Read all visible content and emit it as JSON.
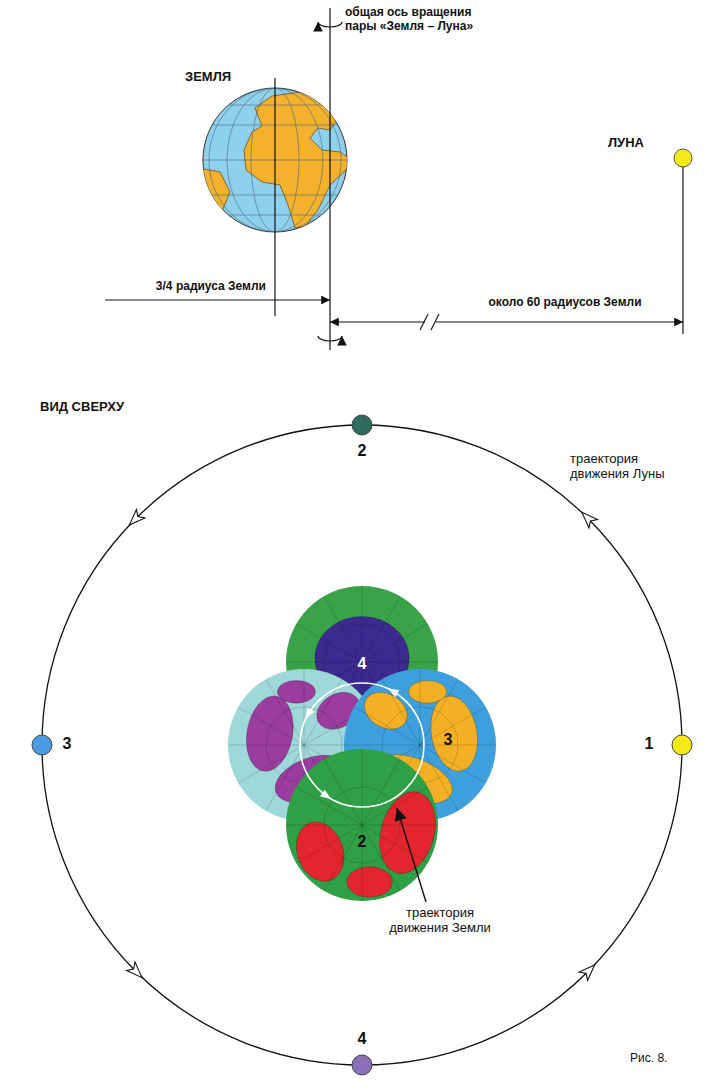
{
  "diagram": {
    "caption": "Рис. 8.",
    "nodes": [
      {
        "text": [
          "4"
        ]
      },
      {
        "text": [
          "3"
        ]
      },
      {
        "text": [
          "2"
        ]
      }
    ],
    "labels": [
      "ЗЕМЛЯ",
      "общая ось вращения пары «Земля – Луна»",
      "ЛУНА",
      "3/4 радиуса Земли",
      "около 60 радиусов Земли",
      "ВИД СВЕРХУ",
      "траектория движения Луны",
      "2",
      "3",
      "1",
      "4",
      "траектория движения Земли"
    ]
  }
}
